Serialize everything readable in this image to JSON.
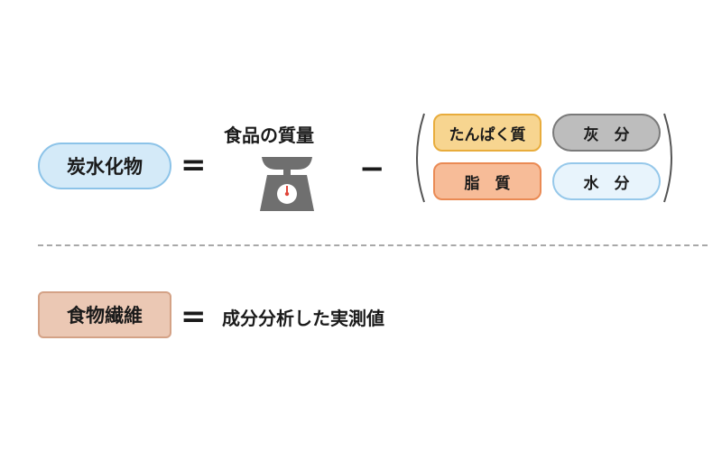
{
  "carbohydrate": {
    "label": "炭水化物"
  },
  "operators": {
    "equals": "=",
    "minus": "−"
  },
  "food_mass": {
    "label": "食品の質量",
    "icon": "kitchen-scale-icon"
  },
  "components": {
    "protein": "たんぱく質",
    "ash": "灰　分",
    "fat": "脂　質",
    "water": "水　分"
  },
  "fiber": {
    "label": "食物繊維",
    "definition": "成分分析した実測値"
  }
}
